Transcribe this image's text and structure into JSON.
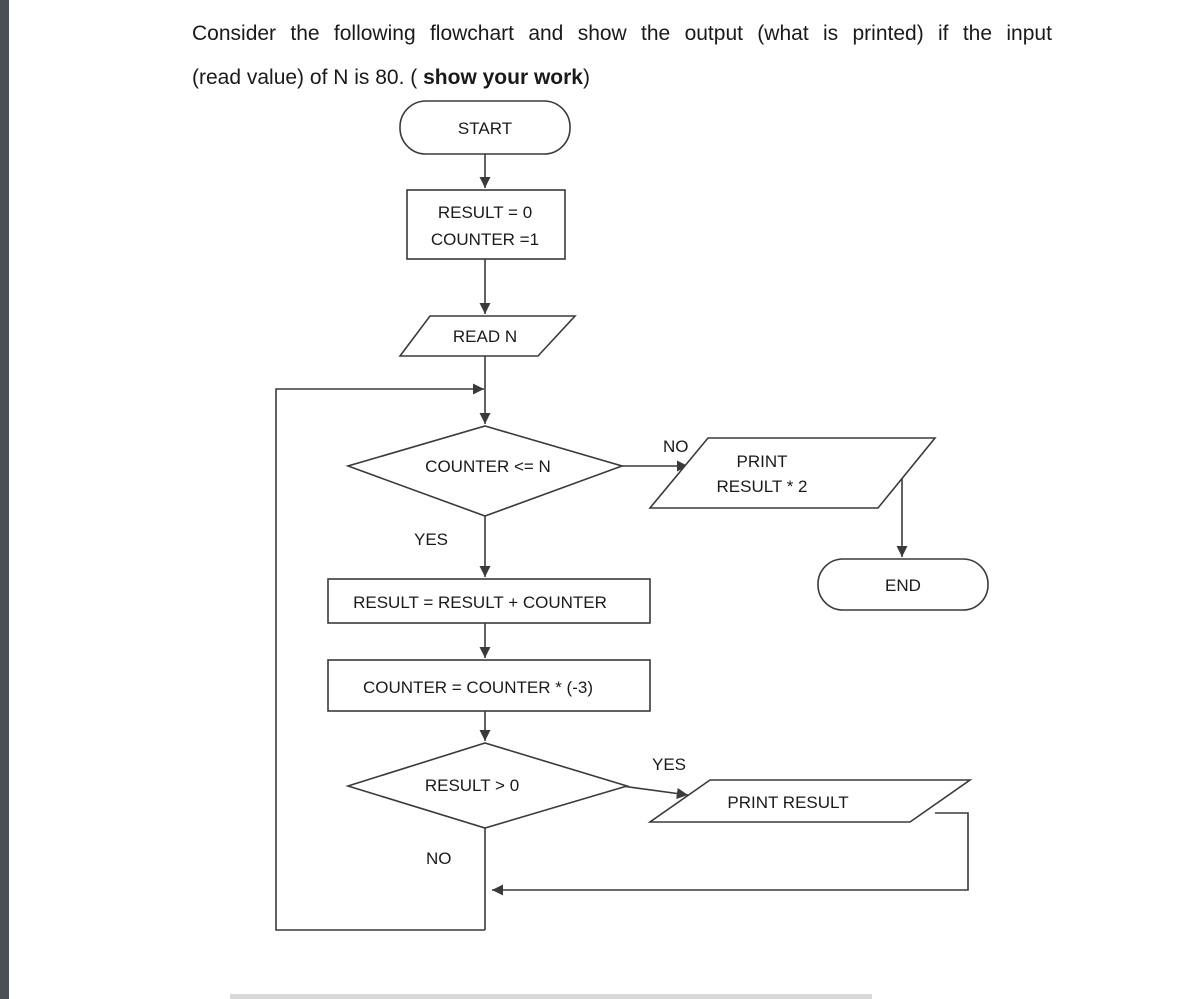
{
  "question": {
    "line1_words": [
      "Consider",
      "the",
      "following",
      "flowchart",
      "and",
      "show",
      "the",
      "output",
      "(what",
      "is",
      "printed)",
      "if",
      "the",
      "input"
    ],
    "line2_text": "(read value) of N is 80. (",
    "line2_bold": "show your work",
    "line2_end": ")"
  },
  "flowchart": {
    "start": "START",
    "init_line1": "RESULT  = 0",
    "init_line2": "COUNTER =1",
    "read": "READ  N",
    "cond1": "COUNTER <= N",
    "cond1_yes": "YES",
    "cond1_no": "NO",
    "print2_line1": "PRINT",
    "print2_line2": "RESULT * 2",
    "end": "END",
    "update_result": "RESULT  =  RESULT + COUNTER",
    "update_counter": "COUNTER  =  COUNTER  * (-3)",
    "cond2": "RESULT  > 0",
    "cond2_yes": "YES",
    "cond2_no": "NO",
    "print1": "PRINT  RESULT"
  }
}
